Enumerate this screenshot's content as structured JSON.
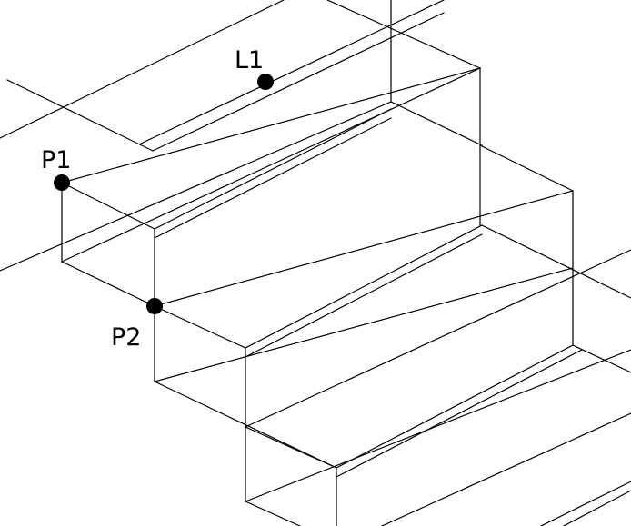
{
  "drawing": {
    "type": "isometric wireframe stair",
    "line_color": "#000000",
    "background": "#ffffff",
    "points": [
      {
        "id": "p1",
        "label": "P1"
      },
      {
        "id": "p2",
        "label": "P2"
      },
      {
        "id": "l1",
        "label": "L1"
      }
    ]
  }
}
